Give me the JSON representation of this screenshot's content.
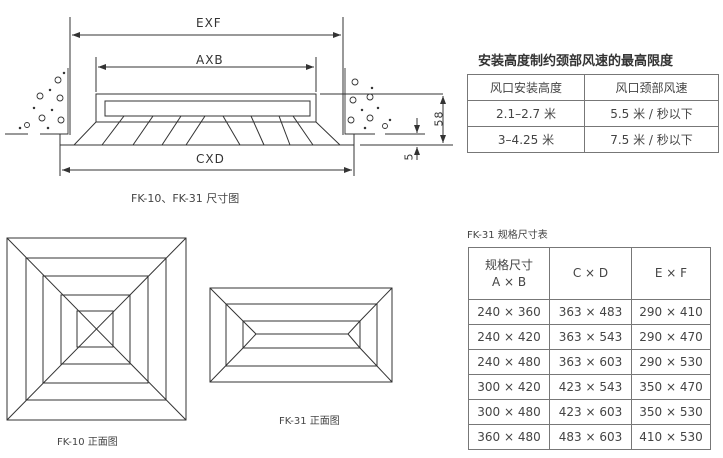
{
  "side_view": {
    "dim_exf": "EXF",
    "dim_axb": "AXB",
    "dim_cxd": "CXD",
    "dim_58": "58",
    "dim_5": "5",
    "caption": "FK-10、FK-31 尺寸图"
  },
  "front_views": {
    "fk10_caption": "FK-10 正面图",
    "fk31_caption": "FK-31 正面图"
  },
  "speed_table": {
    "title": "安装高度制约颈部风速的最高限度",
    "headers": [
      "风口安装高度",
      "风口颈部风速"
    ],
    "rows": [
      [
        "2.1–2.7 米",
        "5.5 米 / 秒以下"
      ],
      [
        "3–4.25 米",
        "7.5 米 / 秒以下"
      ]
    ]
  },
  "size_table": {
    "caption": "FK-31 规格尺寸表",
    "header_ab_line1": "规格尺寸",
    "header_ab_line2": "A × B",
    "header_cd": "C × D",
    "header_ef": "E × F",
    "rows": [
      [
        "240 × 360",
        "363 × 483",
        "290 × 410"
      ],
      [
        "240 × 420",
        "363 × 543",
        "290 × 470"
      ],
      [
        "240 × 480",
        "363 × 603",
        "290 × 530"
      ],
      [
        "300 × 420",
        "423 × 543",
        "350 × 470"
      ],
      [
        "300 × 480",
        "423 × 603",
        "350 × 530"
      ],
      [
        "360 × 480",
        "483 × 603",
        "410 × 530"
      ]
    ]
  }
}
